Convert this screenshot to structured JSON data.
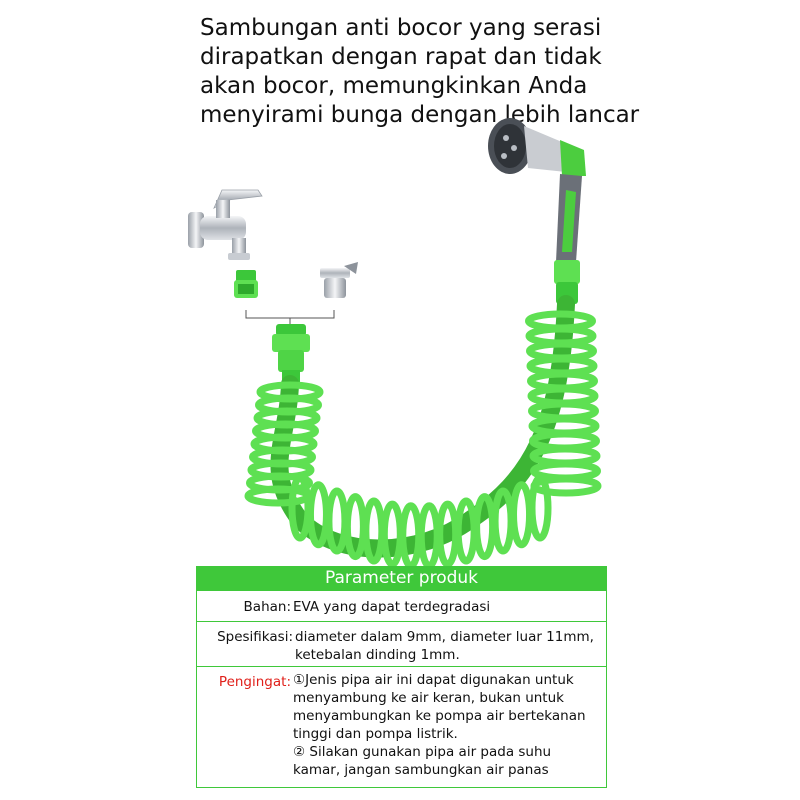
{
  "headline": {
    "lines": [
      "Sambungan anti bocor yang serasi",
      "dirapatkan dengan rapat dan tidak",
      "akan bocor, memungkinkan Anda",
      "menyirami bunga dengan lebih lancar"
    ]
  },
  "colors": {
    "accent": "#3fc83a",
    "hose": "#5ee052",
    "warning_label": "#e0201a"
  },
  "illustration": {
    "icons": [
      "faucet-icon",
      "quick-connector-icon",
      "tap-adapter-icon",
      "hose-connector-icon",
      "spray-gun-icon",
      "coiled-hose-icon"
    ]
  },
  "params": {
    "header": "Parameter produk",
    "material_label": "Bahan:",
    "material_value": "EVA yang dapat terdegradasi",
    "spec_label": "Spesifikasi:",
    "spec_value": "diameter dalam 9mm, diameter luar 11mm, ketebalan dinding 1mm.",
    "note_label": "Pengingat:",
    "note_lines": [
      "①Jenis pipa air ini dapat digunakan untuk",
      "menyambung ke air keran, bukan untuk",
      "menyambungkan ke pompa air bertekanan",
      "tinggi dan pompa listrik.",
      "② Silakan gunakan pipa air pada suhu",
      "kamar, jangan sambungkan air panas"
    ]
  }
}
